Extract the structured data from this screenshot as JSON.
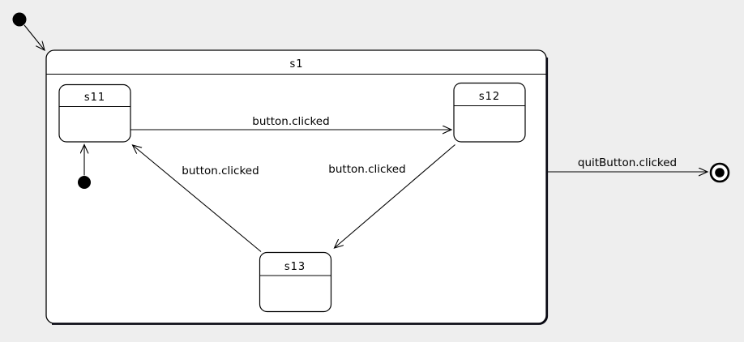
{
  "diagram": {
    "type": "uml-statechart",
    "composite_state": {
      "label": "s1"
    },
    "states": [
      {
        "id": "s11",
        "label": "s11"
      },
      {
        "id": "s12",
        "label": "s12"
      },
      {
        "id": "s13",
        "label": "s13"
      }
    ],
    "pseudostates": [
      {
        "id": "initial-top",
        "kind": "initial"
      },
      {
        "id": "initial-inner",
        "kind": "initial"
      },
      {
        "id": "final",
        "kind": "final"
      }
    ],
    "transitions": [
      {
        "from": "s11",
        "to": "s12",
        "label": "button.clicked"
      },
      {
        "from": "s12",
        "to": "s13",
        "label": "button.clicked"
      },
      {
        "from": "s13",
        "to": "s11",
        "label": "button.clicked"
      },
      {
        "from": "s1",
        "to": "final",
        "label": "quitButton.clicked"
      }
    ],
    "colors": {
      "background": "#eeeeee",
      "state_fill": "#ffffff",
      "line": "#000000"
    }
  }
}
